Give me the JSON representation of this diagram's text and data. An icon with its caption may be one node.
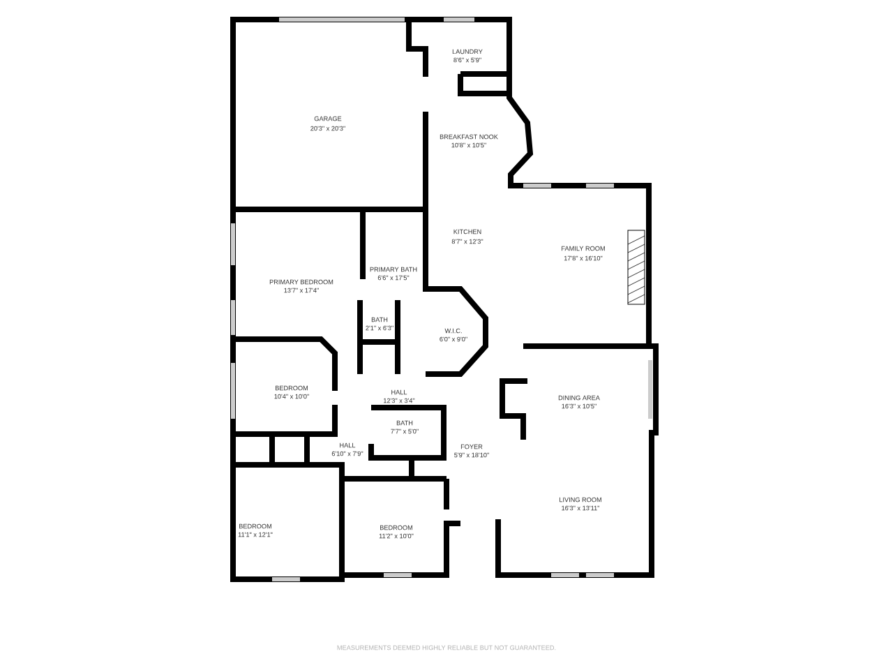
{
  "diagram": {
    "labels": [
      "LAUNDRY",
      "8'6\" x 5'9\"",
      "GARAGE",
      "20'3\" x 20'3\"",
      "BREAKFAST NOOK",
      "10'8\" x 10'5\"",
      "KITCHEN",
      "8'7\" x 12'3\"",
      "FAMILY ROOM",
      "17'8\" x 16'10\"",
      "PRIMARY BATH",
      "6'6\" x 17'5\"",
      "PRIMARY BEDROOM",
      "13'7\" x 17'4\"",
      "BATH",
      "2'1\" x 6'3\"",
      "W.I.C.",
      "6'0\" x 9'0\"",
      "BEDROOM",
      "10'4\" x 10'0\"",
      "HALL",
      "12'3\" x 3'4\"",
      "DINING AREA",
      "16'3\" x 10'5\"",
      "BATH",
      "7'7\" x 5'0\"",
      "HALL",
      "6'10\" x 7'9\"",
      "FOYER",
      "5'9\" x 18'10\"",
      "LIVING ROOM",
      "16'3\" x 13'11\"",
      "BEDROOM",
      "11'1\" x 12'1\"",
      "BEDROOM",
      "11'2\" x 10'0\"",
      "MEASUREMENTS DEEMED HIGHLY RELIABLE BUT NOT GUARANTEED."
    ]
  }
}
